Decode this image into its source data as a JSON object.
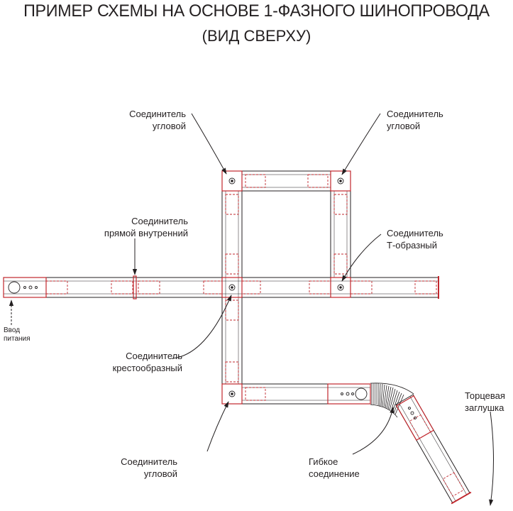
{
  "title": {
    "line1": "ПРИМЕР СХЕМЫ НА ОСНОВЕ 1-ФАЗНОГО ШИНОПРОВОДА",
    "line2": "(ВИД СВЕРХУ)"
  },
  "labels": {
    "corner_top_left": [
      "Соединитель",
      "угловой"
    ],
    "corner_top_right": [
      "Соединитель",
      "угловой"
    ],
    "straight_inner": [
      "Соединитель",
      "прямой внутренний"
    ],
    "tee": [
      "Соединитель",
      "Т-образный"
    ],
    "cross": [
      "Соединитель",
      "крестообразный"
    ],
    "corner_bottom": [
      "Соединитель",
      "угловой"
    ],
    "flexible": [
      "Гибкое",
      "соединение"
    ],
    "end_cap": [
      "Торцевая",
      "заглушка"
    ],
    "power_input": [
      "Ввод",
      "питания"
    ]
  },
  "colors": {
    "line": "#231f20",
    "connector": "#c1272d",
    "background": "#ffffff"
  }
}
